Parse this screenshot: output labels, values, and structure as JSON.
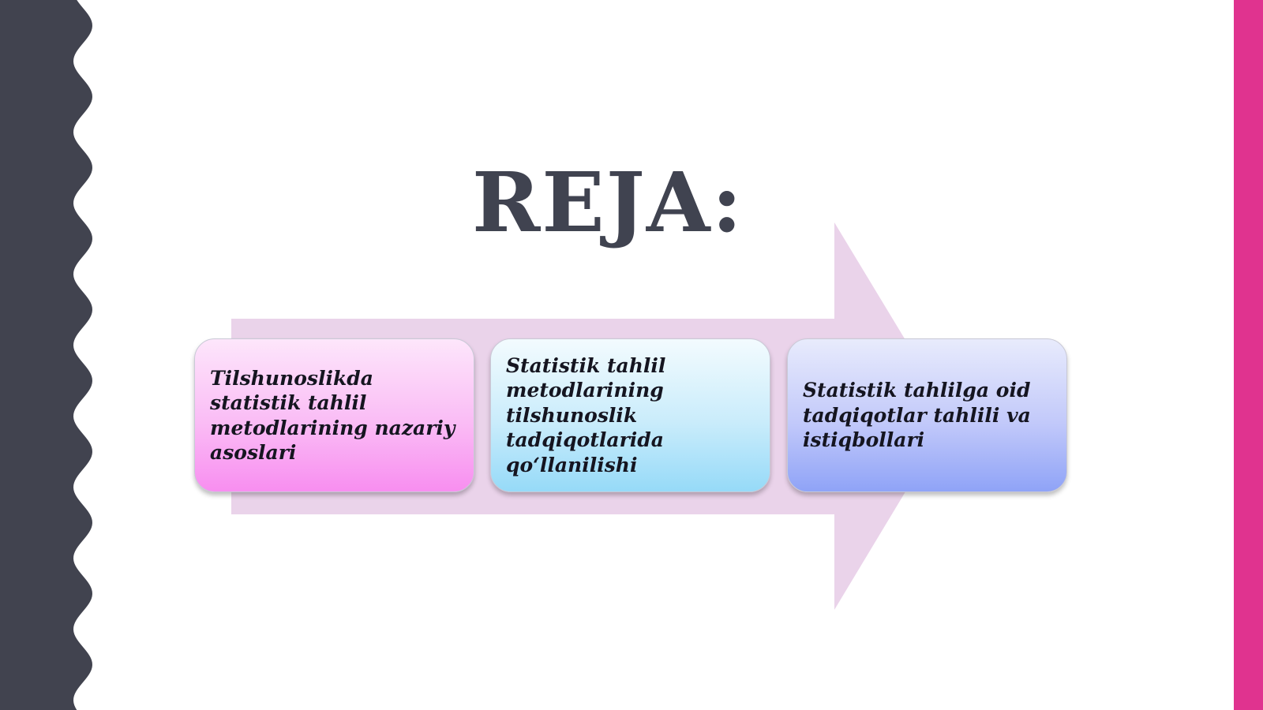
{
  "slide": {
    "title": "REJA:",
    "steps": [
      {
        "label": "Tilshunoslikda statistik tahlil metodlarining nazariy asoslari"
      },
      {
        "label": "Statistik tahlil metodlarining tilshunoslik tadqiqotlarida qo‘llanilishi"
      },
      {
        "label": "Statistik tahlilga oid tadqiqotlar tahlili va istiqbollari"
      }
    ]
  },
  "colors": {
    "left_band": "#41434f",
    "right_bar": "#e0338f",
    "arrow": "#ead3ea",
    "title": "#404350"
  }
}
